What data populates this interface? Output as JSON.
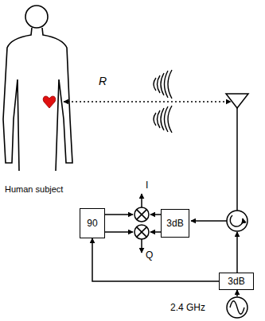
{
  "diagram": {
    "nodes": [
      {
        "text": [
          "90"
        ]
      },
      {
        "text": [
          "3dB"
        ]
      },
      {
        "text": [
          "3dB"
        ]
      },
      {
        "text": [
          "2.4 GHz"
        ]
      }
    ],
    "edges": [
      {
        "from": 3,
        "to": 2,
        "arrow": "to"
      },
      {
        "from": 2,
        "to": 0,
        "arrow": "to"
      }
    ],
    "labels": [
      "R",
      "Human subject",
      "I",
      "Q"
    ]
  }
}
